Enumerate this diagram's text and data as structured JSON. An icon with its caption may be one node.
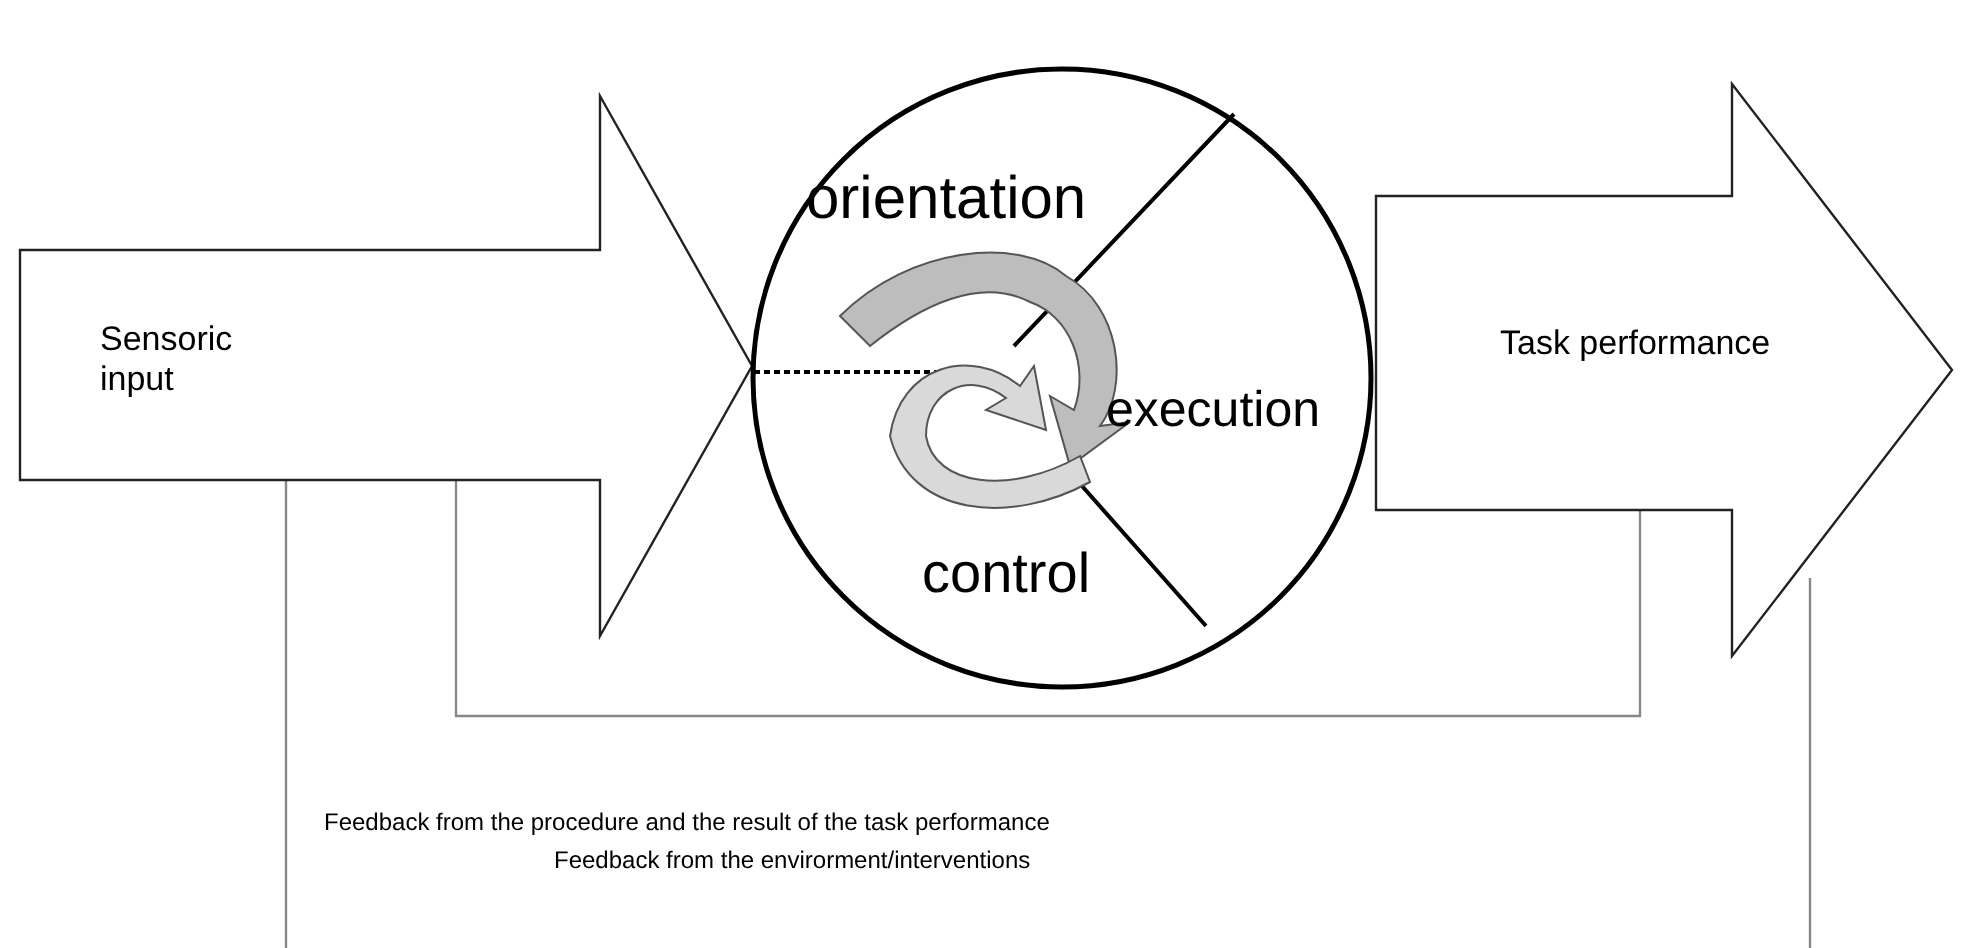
{
  "diagram": {
    "nodes": [
      {
        "text": [
          "Sensoric input"
        ]
      },
      {
        "text": [
          "orientation",
          "execution",
          "control"
        ]
      },
      {
        "text": [
          "Task performance"
        ]
      }
    ],
    "edges": [
      {
        "from": 2,
        "to": 0,
        "arrow": "none"
      },
      {
        "from": 0,
        "to": null,
        "arrow": "none"
      },
      {
        "from": 2,
        "to": null,
        "arrow": "none"
      }
    ],
    "labels": [
      "Feedback from the procedure and the result of the task performance",
      "Feedback from the envirorment/interventions"
    ]
  }
}
